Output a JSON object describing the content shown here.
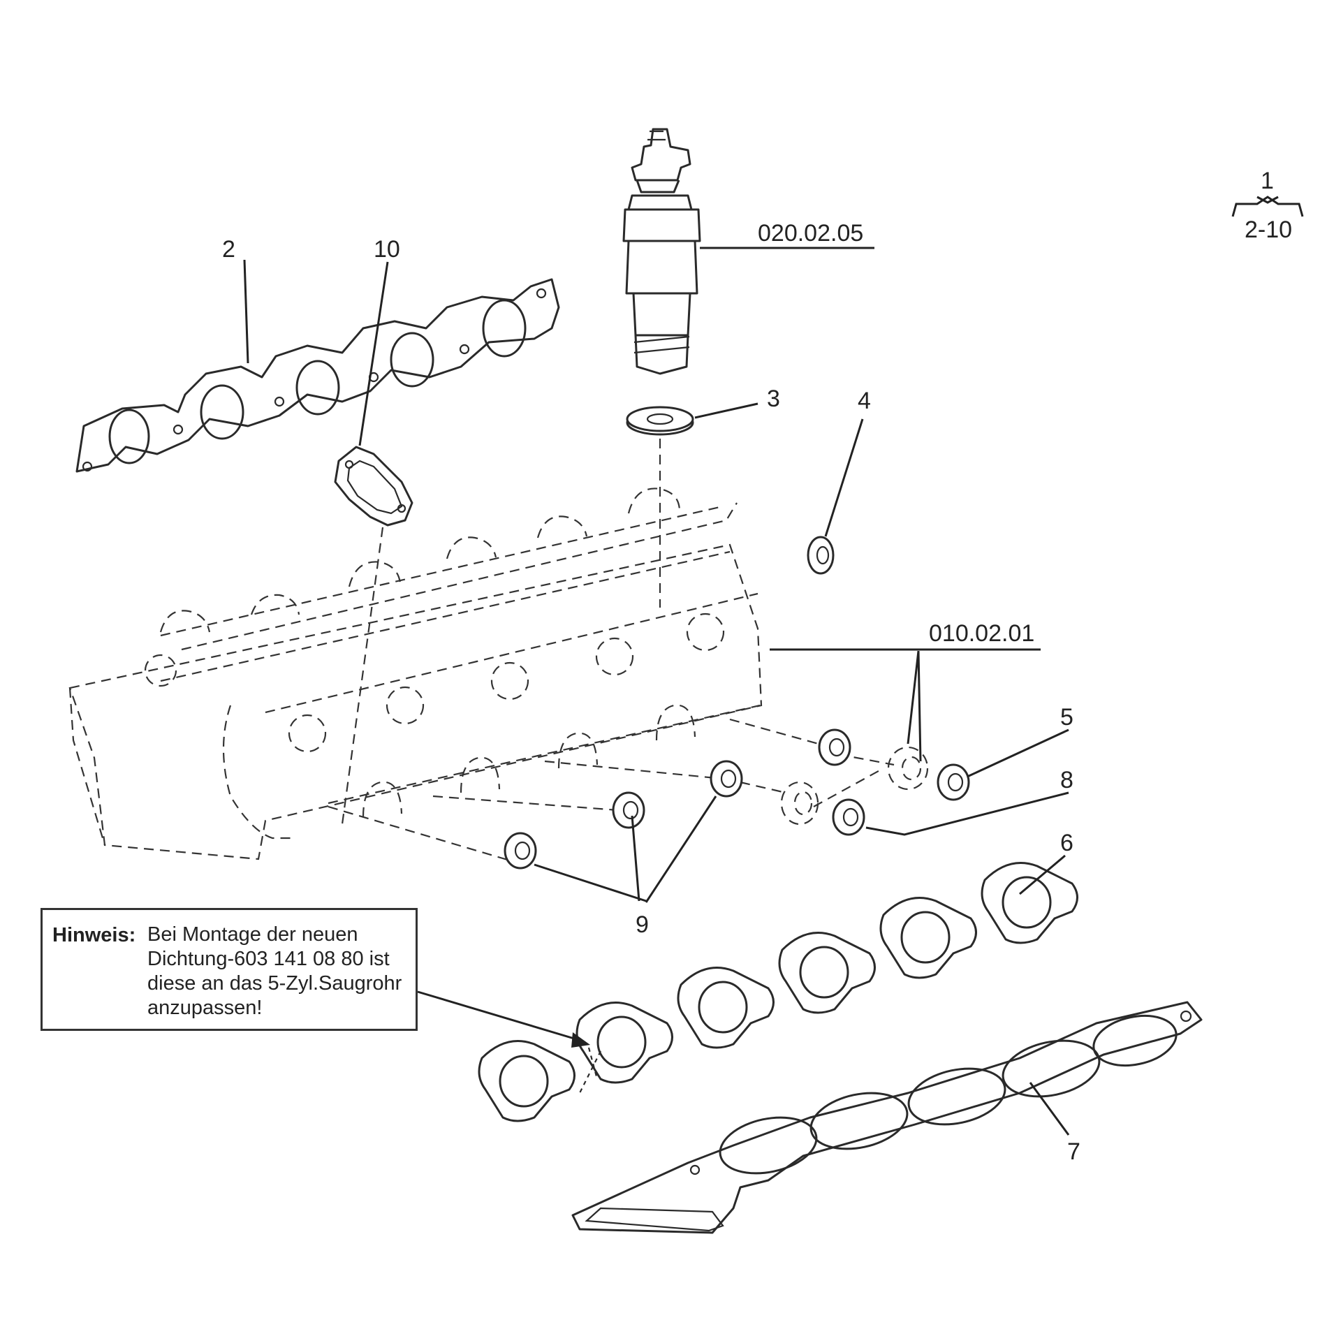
{
  "callouts": {
    "ref_020": "020.02.05",
    "ref_010": "010.02.01",
    "n1": "1",
    "range": "2-10",
    "n2": "2",
    "n3": "3",
    "n4": "4",
    "n5": "5",
    "n6": "6",
    "n7": "7",
    "n8": "8",
    "n9": "9",
    "n10": "10"
  },
  "note": {
    "key": "Hinweis:",
    "lines": [
      "Bei Montage der neuen",
      "Dichtung-603 141 08 80 ist",
      "diese an das 5-Zyl.Saugrohr",
      "anzupassen!"
    ]
  },
  "colors": {
    "line": "#222222",
    "background": "#ffffff"
  }
}
